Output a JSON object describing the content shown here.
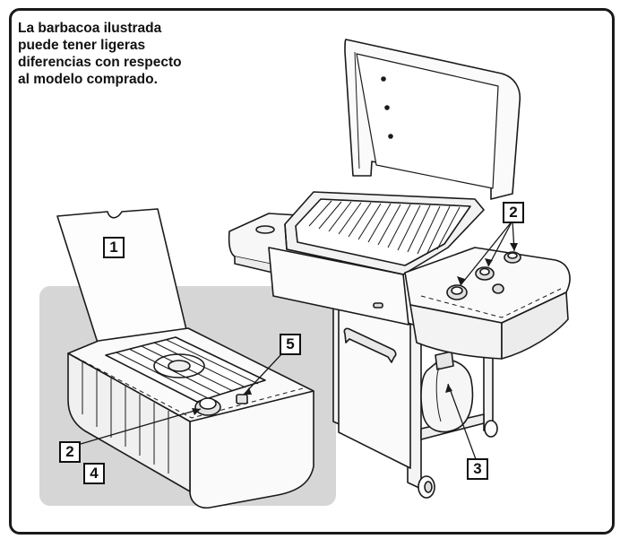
{
  "note": "La barbacoa ilustrada\npuede tener ligeras\ndiferencias con respecto\nal modelo comprado.",
  "callouts": {
    "c1": "1",
    "c2_grill": "2",
    "c2_side": "2",
    "c3": "3",
    "c4": "4",
    "c5": "5"
  },
  "colors": {
    "inset_bg": "#d6d6d6",
    "line": "#1a1a1a"
  }
}
